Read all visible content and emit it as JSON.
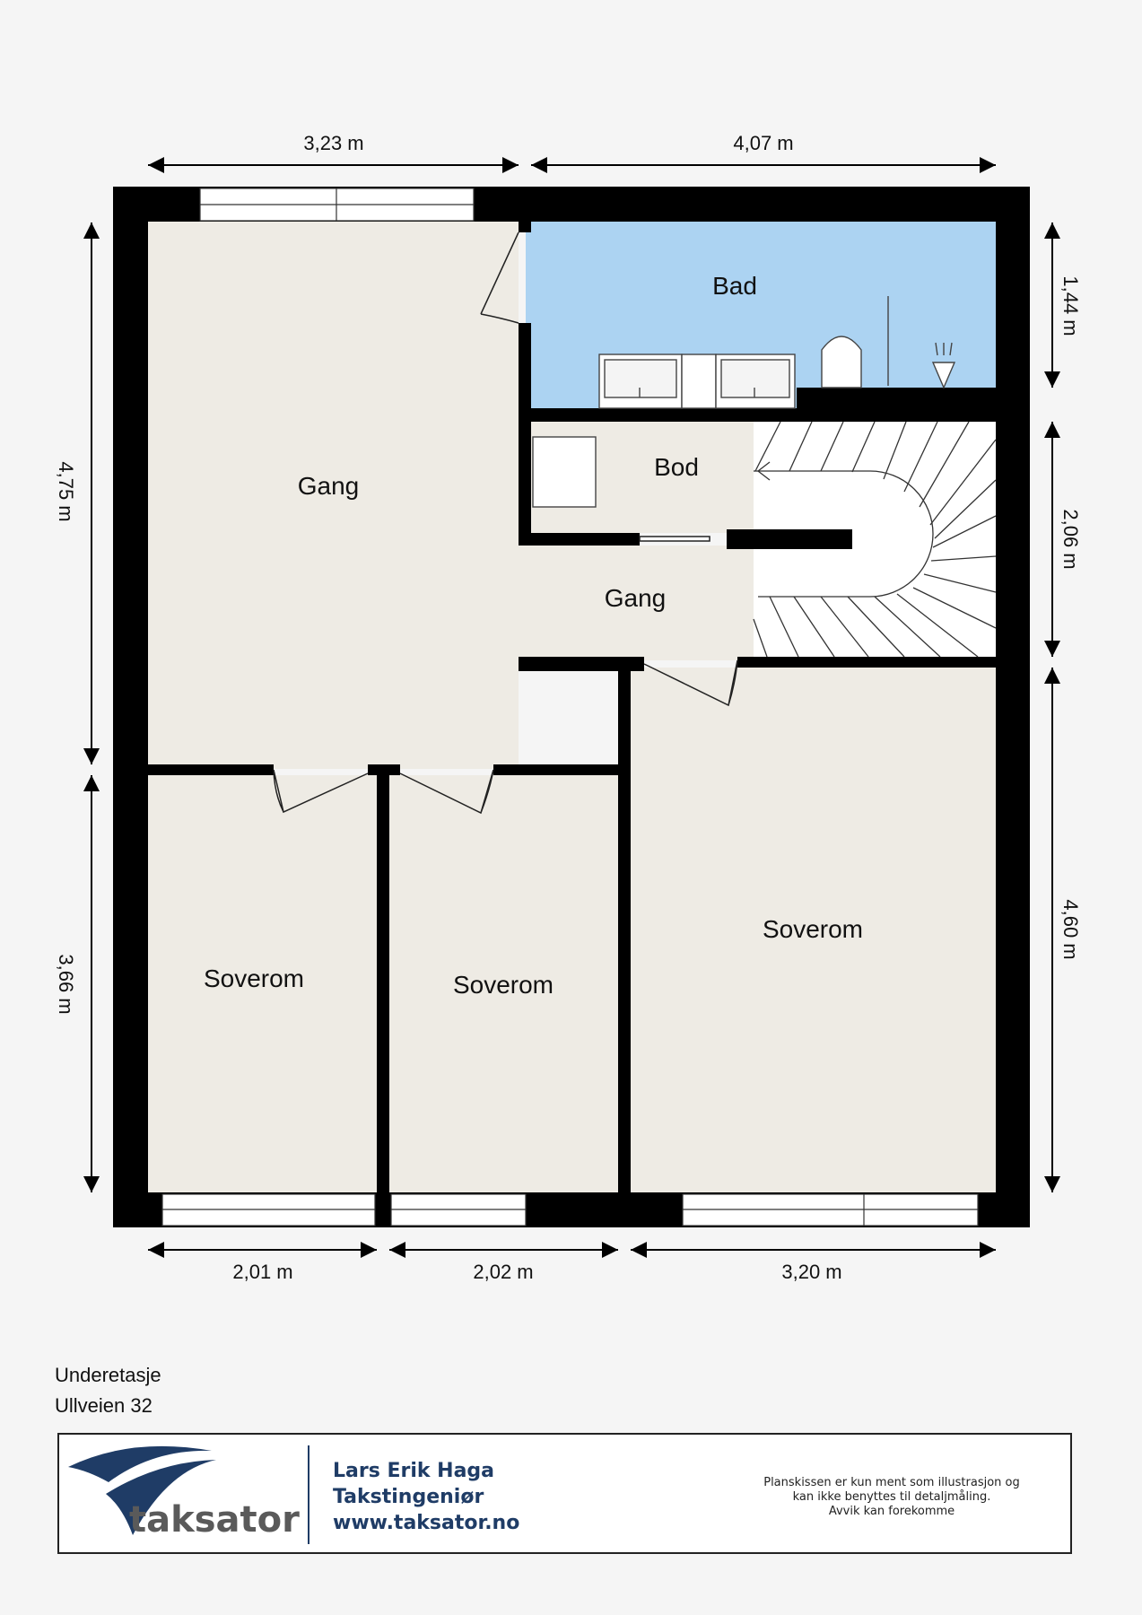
{
  "plan": {
    "rooms": {
      "gang_main": "Gang",
      "gang_small": "Gang",
      "bad": "Bad",
      "bod": "Bod",
      "soverom_1": "Soverom",
      "soverom_2": "Soverom",
      "soverom_3": "Soverom"
    },
    "dimensions": {
      "top_left": "3,23 m",
      "top_right": "4,07 m",
      "left_upper": "4,75 m",
      "left_lower": "3,66 m",
      "right_bad": "1,44 m",
      "right_stairs": "2,06 m",
      "right_lower": "4,60 m",
      "bottom_1": "2,01 m",
      "bottom_2": "2,02 m",
      "bottom_3": "3,20 m"
    },
    "colors": {
      "wall": "#000000",
      "floor": "#eeebe4",
      "bathroom": "#acd3f2",
      "window": "#ffffff"
    }
  },
  "caption": {
    "floor": "Underetasje",
    "address": "Ullveien 32"
  },
  "footer": {
    "logo_text": "taksator",
    "contact_name": "Lars Erik Haga",
    "contact_title": "Takstingeniør",
    "contact_web": "www.taksator.no",
    "disclaimer_line1": "Planskissen er kun ment som illustrasjon og",
    "disclaimer_line2": "kan ikke benyttes til detaljmåling.",
    "disclaimer_line3": "Avvik kan forekomme",
    "brand_color": "#1f3c66"
  }
}
